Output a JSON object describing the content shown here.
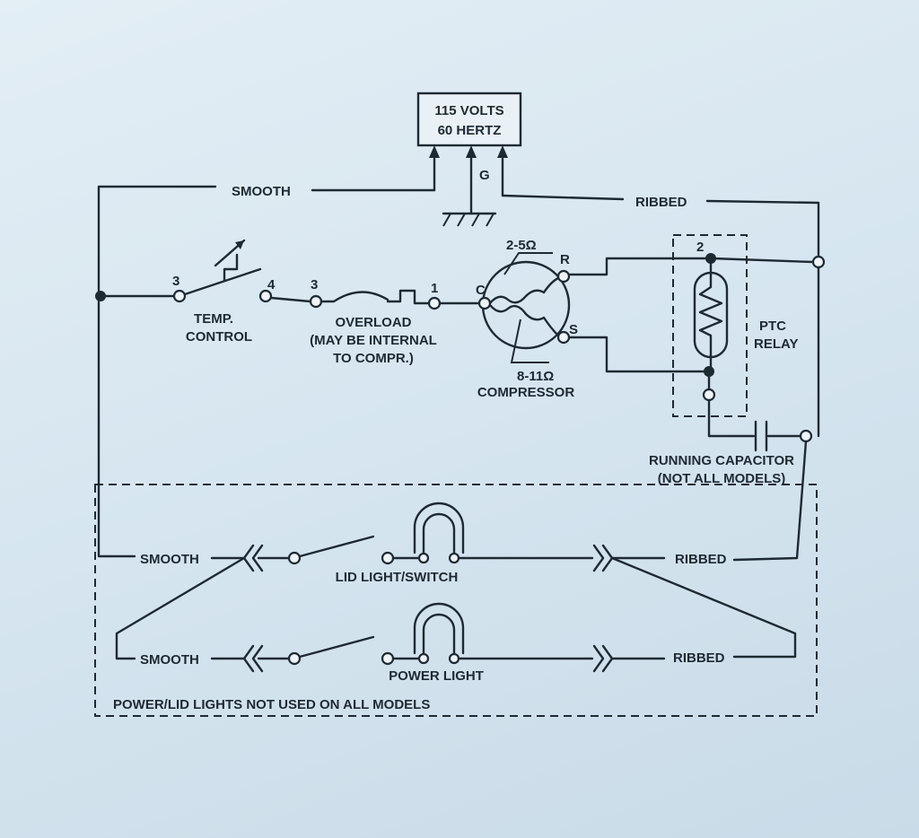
{
  "supply": {
    "line1": "115 VOLTS",
    "line2": "60 HERTZ",
    "ground": "G"
  },
  "wires": {
    "smooth": "SMOOTH",
    "ribbed": "RIBBED"
  },
  "temp_control": {
    "line1": "TEMP.",
    "line2": "CONTROL",
    "term_a": "3",
    "term_b": "4"
  },
  "overload": {
    "line1": "OVERLOAD",
    "line2": "(MAY BE INTERNAL",
    "line3": "TO COMPR.)",
    "term_a": "3",
    "term_b": "1"
  },
  "compressor": {
    "label": "COMPRESSOR",
    "run_resistance": "2-5Ω",
    "start_resistance": "8-11Ω",
    "term_c": "C",
    "term_r": "R",
    "term_s": "S"
  },
  "ptc_relay": {
    "line1": "PTC",
    "line2": "RELAY",
    "term": "2"
  },
  "running_capacitor": {
    "line1": "RUNNING CAPACITOR",
    "line2": "(NOT ALL MODELS)"
  },
  "lid_light": {
    "label": "LID LIGHT/SWITCH"
  },
  "power_light": {
    "label": "POWER LIGHT"
  },
  "lights_note": "POWER/LID LIGHTS NOT USED ON ALL MODELS"
}
